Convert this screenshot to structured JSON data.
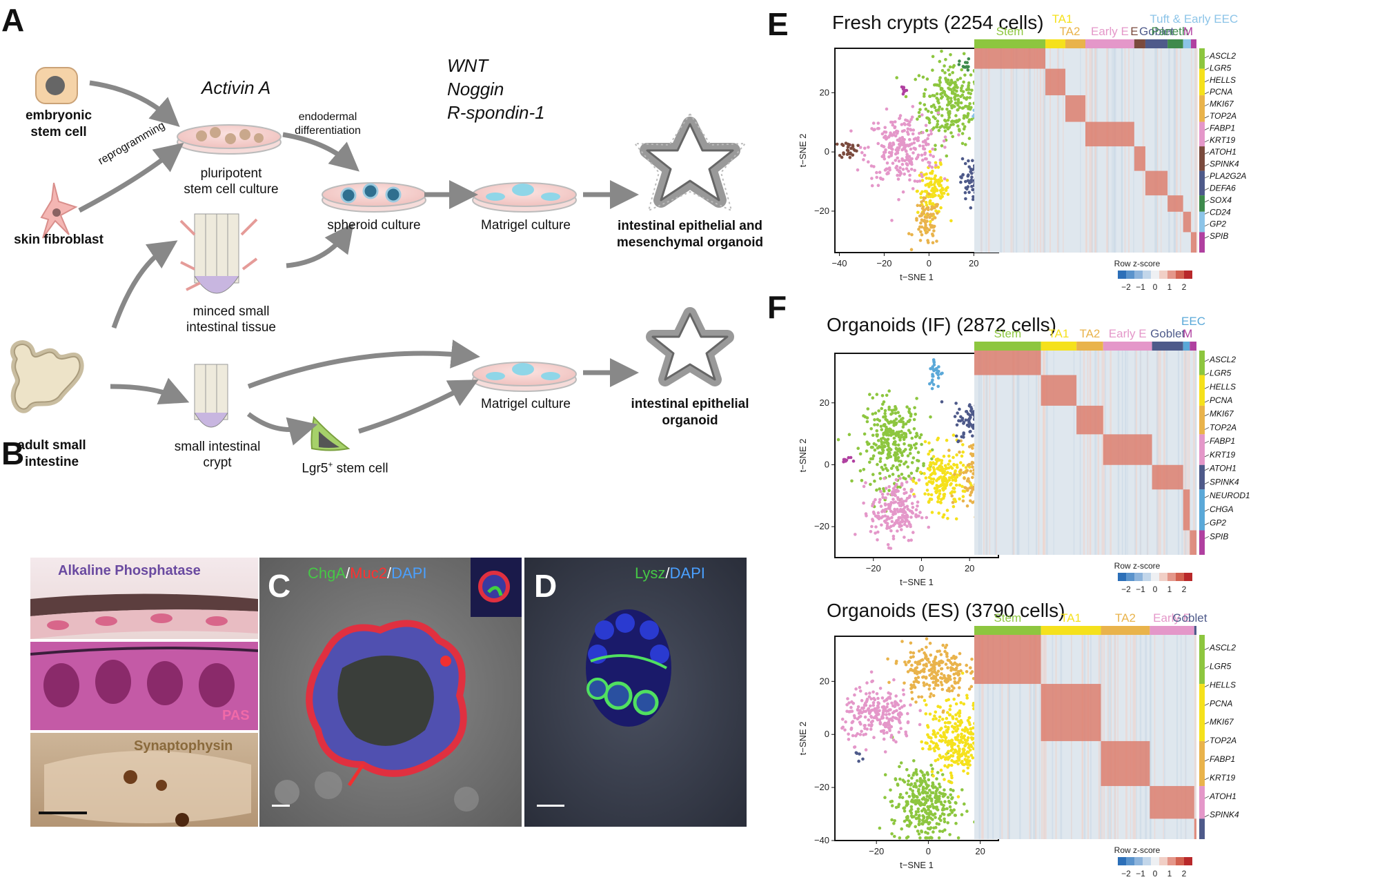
{
  "panels": {
    "A": "A",
    "B": "B",
    "C": "C",
    "D": "D",
    "E": "E",
    "F": "F"
  },
  "diagram": {
    "nodes": {
      "embryonic": "embryonic\nstem cell",
      "fibroblast": "skin fibroblast",
      "adult": "adult small\nintestine",
      "pluripotent": "pluripotent\nstem cell culture",
      "minced": "minced small\nintestinal tissue",
      "crypt": "small intestinal\ncrypt",
      "lgr5": "Lgr5",
      "lgr5_sup": "+",
      "lgr5_rest": " stem cell",
      "spheroid": "spheroid culture",
      "matrigel_top": "Matrigel culture",
      "matrigel_bottom": "Matrigel culture",
      "organoid_top": "intestinal epithelial and\nmesenchymal organoid",
      "organoid_bottom": "intestinal epithelial\norganoid"
    },
    "labels": {
      "activin": "Activin A",
      "reprogramming": "reprogramming",
      "endodermal": "endodermal\ndifferentiation",
      "factors": "WNT\nNoggin\nR-spondin-1"
    }
  },
  "panelB": {
    "stains": [
      "Alkaline Phosphatase",
      "PAS",
      "Synaptophysin"
    ]
  },
  "panelC": {
    "parts": [
      "ChgA",
      "/",
      "Muc2",
      "/",
      "DAPI"
    ],
    "colors": [
      "#46c846",
      "#ffffff",
      "#ff3030",
      "#ffffff",
      "#4aa0ff"
    ]
  },
  "panelD": {
    "parts": [
      "Lysz",
      "/",
      "DAPI"
    ],
    "colors": [
      "#46c846",
      "#ffffff",
      "#4aa0ff"
    ]
  },
  "tsne": {
    "xlabel": "t−SNE 1",
    "ylabel": "t−SNE 2"
  },
  "heat_legend": {
    "title": "Row z-score",
    "ticks": [
      "−2",
      "−1",
      "0",
      "1",
      "2"
    ]
  },
  "colors": {
    "Stem": "#8dc63f",
    "TA1": "#f5e11c",
    "TA2": "#e9b34b",
    "Early E": "#e497c9",
    "E": "#7a4a3d",
    "Goblet": "#4e5a8a",
    "Paneth": "#3e8a4c",
    "Tuft & Early EEC": "#8cc4e8",
    "EEC": "#5aa8d8",
    "M": "#b040a0",
    "Tuft": "#9ccbe8"
  },
  "chart_data": [
    {
      "type": "scatter",
      "title": "Fresh crypts (2254 cells)",
      "xlabel": "t−SNE 1",
      "ylabel": "t−SNE 2",
      "xticks": [
        -40,
        -20,
        0,
        20
      ],
      "yticks": [
        20,
        0,
        -20
      ],
      "xlim": [
        -42,
        31
      ],
      "ylim": [
        -34,
        35
      ],
      "clusters": [
        {
          "name": "Stem",
          "color": "#8dc63f",
          "cx": 10,
          "cy": 17,
          "sx": 7,
          "sy": 7,
          "n": 260
        },
        {
          "name": "TA1",
          "color": "#f5e11c",
          "cx": 2,
          "cy": -13,
          "sx": 3.5,
          "sy": 4,
          "n": 110
        },
        {
          "name": "TA2",
          "color": "#e9b34b",
          "cx": -1,
          "cy": -24,
          "sx": 3,
          "sy": 4,
          "n": 80
        },
        {
          "name": "Early E",
          "color": "#e497c9",
          "cx": -12,
          "cy": 1,
          "sx": 8,
          "sy": 6,
          "n": 260
        },
        {
          "name": "E",
          "color": "#7a4a3d",
          "cx": -36,
          "cy": 1,
          "sx": 2,
          "sy": 1.5,
          "n": 30
        },
        {
          "name": "Goblet",
          "color": "#4e5a8a",
          "cx": 20,
          "cy": -10,
          "sx": 3,
          "sy": 4,
          "n": 90
        },
        {
          "name": "Paneth",
          "color": "#3e8a4c",
          "cx": 16,
          "cy": 29,
          "sx": 1.2,
          "sy": 1.2,
          "n": 15
        },
        {
          "name": "Tuft & Early EEC",
          "color": "#8cc4e8",
          "cx": 21,
          "cy": 12,
          "sx": 1,
          "sy": 2,
          "n": 12
        },
        {
          "name": "M",
          "color": "#b040a0",
          "cx": -11,
          "cy": 21,
          "sx": 1,
          "sy": 1,
          "n": 8
        }
      ],
      "heatmap": {
        "groups": [
          "Stem",
          "TA1",
          "TA2",
          "Early E",
          "E",
          "Goblet",
          "Paneth",
          "Tuft & Early EEC",
          "M"
        ],
        "fractions": [
          0.32,
          0.09,
          0.09,
          0.22,
          0.05,
          0.1,
          0.07,
          0.035,
          0.025
        ],
        "band_labels": [
          "Stem",
          "TA1",
          "TA2",
          "Early E",
          "E",
          "Goblet",
          "Paneth",
          "Tuft & Early EEC",
          "M"
        ],
        "genes": [
          "ASCL2",
          "LGR5",
          "HELLS",
          "PCNA",
          "MKI67",
          "TOP2A",
          "FABP1",
          "KRT19",
          "ATOH1",
          "SPINK4",
          "PLA2G2A",
          "DEFA6",
          "SOX4",
          "CD24",
          "GP2",
          "SPIB"
        ],
        "row_groups": [
          "Stem",
          "TA1",
          "TA2",
          "Early E",
          "E",
          "Goblet",
          "Paneth",
          "Tuft & Early EEC",
          "M"
        ],
        "row_fractions": [
          0.1,
          0.13,
          0.13,
          0.12,
          0.12,
          0.12,
          0.08,
          0.1,
          0.1
        ]
      }
    },
    {
      "type": "scatter",
      "title": "Organoids (IF) (2872 cells)",
      "xlabel": "t−SNE 1",
      "ylabel": "t−SNE 2",
      "xticks": [
        -20,
        0,
        20
      ],
      "yticks": [
        20,
        0,
        -20
      ],
      "xlim": [
        -36,
        32
      ],
      "ylim": [
        -30,
        36
      ],
      "clusters": [
        {
          "name": "Stem",
          "color": "#8dc63f",
          "cx": -12,
          "cy": 7,
          "sx": 6,
          "sy": 7,
          "n": 300
        },
        {
          "name": "TA1",
          "color": "#f5e11c",
          "cx": 9,
          "cy": -5,
          "sx": 5,
          "sy": 5,
          "n": 200
        },
        {
          "name": "TA2",
          "color": "#e9b34b",
          "cx": 22,
          "cy": -3,
          "sx": 3.5,
          "sy": 6,
          "n": 110
        },
        {
          "name": "Early E",
          "color": "#e497c9",
          "cx": -11,
          "cy": -15,
          "sx": 5,
          "sy": 5,
          "n": 200
        },
        {
          "name": "Goblet",
          "color": "#4e5a8a",
          "cx": 22,
          "cy": 14,
          "sx": 4,
          "sy": 3,
          "n": 100
        },
        {
          "name": "EEC",
          "color": "#5aa8d8",
          "cx": 6,
          "cy": 30,
          "sx": 1.5,
          "sy": 2.5,
          "n": 30
        },
        {
          "name": "M",
          "color": "#b040a0",
          "cx": -31,
          "cy": 2,
          "sx": 1,
          "sy": 1,
          "n": 8
        }
      ],
      "heatmap": {
        "groups": [
          "Stem",
          "TA1",
          "TA2",
          "Early E",
          "Goblet",
          "EEC",
          "M"
        ],
        "fractions": [
          0.3,
          0.16,
          0.12,
          0.22,
          0.14,
          0.03,
          0.03
        ],
        "band_labels": [
          "Stem",
          "TA1",
          "TA2",
          "Early E",
          "Goblet",
          "EEC",
          "M"
        ],
        "genes": [
          "ASCL2",
          "LGR5",
          "HELLS",
          "PCNA",
          "MKI67",
          "TOP2A",
          "FABP1",
          "KRT19",
          "ATOH1",
          "SPINK4",
          "NEUROD1",
          "CHGA",
          "GP2",
          "SPIB"
        ],
        "row_groups": [
          "Stem",
          "TA1",
          "TA2",
          "Early E",
          "Goblet",
          "EEC",
          "M"
        ],
        "row_fractions": [
          0.12,
          0.15,
          0.14,
          0.15,
          0.12,
          0.2,
          0.12
        ]
      }
    },
    {
      "type": "scatter",
      "title": "Organoids (ES) (3790 cells)",
      "xlabel": "t−SNE 1",
      "ylabel": "t−SNE 2",
      "xticks": [
        -20,
        0,
        20
      ],
      "yticks": [
        20,
        0,
        -20,
        -40
      ],
      "xlim": [
        -36,
        27
      ],
      "ylim": [
        -40,
        37
      ],
      "clusters": [
        {
          "name": "Stem",
          "color": "#8dc63f",
          "cx": -2,
          "cy": -26,
          "sx": 6,
          "sy": 7,
          "n": 320
        },
        {
          "name": "TA1",
          "color": "#f5e11c",
          "cx": 11,
          "cy": -2,
          "sx": 6,
          "sy": 7,
          "n": 300
        },
        {
          "name": "TA2",
          "color": "#e9b34b",
          "cx": 2,
          "cy": 24,
          "sx": 6,
          "sy": 5,
          "n": 220
        },
        {
          "name": "Early E",
          "color": "#e497c9",
          "cx": -19,
          "cy": 7,
          "sx": 7,
          "sy": 5,
          "n": 230
        },
        {
          "name": "Goblet",
          "color": "#4e5a8a",
          "cx": -27,
          "cy": -8,
          "sx": 1,
          "sy": 1,
          "n": 5
        }
      ],
      "heatmap": {
        "groups": [
          "Stem",
          "TA1",
          "TA2",
          "Early E",
          "Goblet"
        ],
        "fractions": [
          0.3,
          0.27,
          0.22,
          0.2,
          0.01
        ],
        "band_labels": [
          "Stem",
          "TA1",
          "TA2",
          "Early E",
          "Goblet"
        ],
        "genes": [
          "ASCL2",
          "LGR5",
          "HELLS",
          "PCNA",
          "MKI67",
          "TOP2A",
          "FABP1",
          "KRT19",
          "ATOH1",
          "SPINK4"
        ],
        "row_groups": [
          "Stem",
          "TA1",
          "TA2",
          "Early E",
          "Goblet"
        ],
        "row_fractions": [
          0.24,
          0.28,
          0.22,
          0.16,
          0.1
        ]
      }
    }
  ]
}
